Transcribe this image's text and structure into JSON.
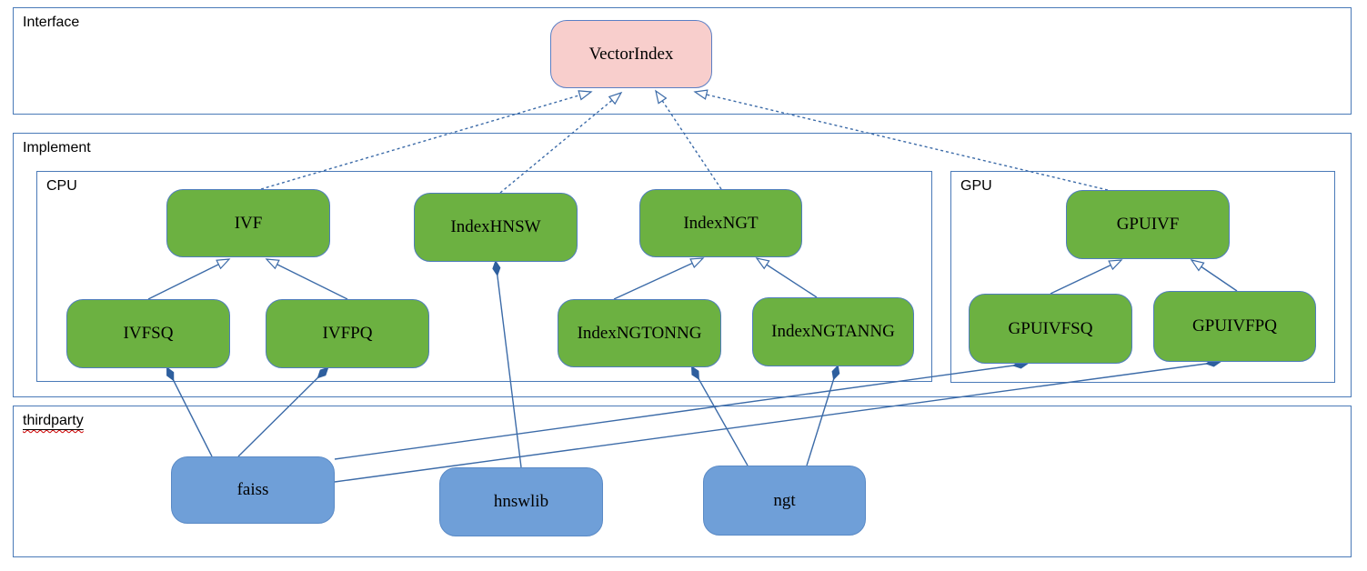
{
  "colors": {
    "container_border": "#4a7ab8",
    "line": "#3c6ba8",
    "diamond_fill": "#2e5f9e",
    "node_green_fill": "#6cb141",
    "node_green_border": "#4f7dbd",
    "node_pink_fill": "#f8cecc",
    "node_pink_border": "#5b7fc4",
    "node_blue_fill": "#6f9fd8",
    "node_blue_border": "#5a8ac6",
    "spellcheck_squiggle": "#cc0000",
    "text": "#000000"
  },
  "containers": {
    "interface": {
      "label": "Interface"
    },
    "implement": {
      "label": "Implement"
    },
    "cpu": {
      "label": "CPU"
    },
    "gpu": {
      "label": "GPU"
    },
    "thirdparty": {
      "label": "thirdparty"
    }
  },
  "nodes": {
    "vectorindex": {
      "label": "VectorIndex",
      "group": "interface",
      "color": "pink"
    },
    "ivf": {
      "label": "IVF",
      "group": "cpu",
      "color": "green"
    },
    "indexhnsw": {
      "label": "IndexHNSW",
      "group": "cpu",
      "color": "green"
    },
    "indexngt": {
      "label": "IndexNGT",
      "group": "cpu",
      "color": "green"
    },
    "ivfsq": {
      "label": "IVFSQ",
      "group": "cpu",
      "color": "green"
    },
    "ivfpq": {
      "label": "IVFPQ",
      "group": "cpu",
      "color": "green"
    },
    "indexngtonng": {
      "label": "IndexNGTONNG",
      "group": "cpu",
      "color": "green"
    },
    "indexngtanng": {
      "label": "IndexNGTANNG",
      "group": "cpu",
      "color": "green"
    },
    "gpuivf": {
      "label": "GPUIVF",
      "group": "gpu",
      "color": "green"
    },
    "gpuivfsq": {
      "label": "GPUIVFSQ",
      "group": "gpu",
      "color": "green"
    },
    "gpuivfpq": {
      "label": "GPUIVFPQ",
      "group": "gpu",
      "color": "green"
    },
    "faiss": {
      "label": "faiss",
      "group": "thirdparty",
      "color": "blue"
    },
    "hnswlib": {
      "label": "hnswlib",
      "group": "thirdparty",
      "color": "blue"
    },
    "ngt": {
      "label": "ngt",
      "group": "thirdparty",
      "color": "blue"
    }
  },
  "edges": [
    {
      "from": "ivf",
      "to": "vectorindex",
      "type": "realization",
      "style": "dashed",
      "head": "hollow-triangle"
    },
    {
      "from": "indexhnsw",
      "to": "vectorindex",
      "type": "realization",
      "style": "dashed",
      "head": "hollow-triangle"
    },
    {
      "from": "indexngt",
      "to": "vectorindex",
      "type": "realization",
      "style": "dashed",
      "head": "hollow-triangle"
    },
    {
      "from": "gpuivf",
      "to": "vectorindex",
      "type": "realization",
      "style": "dashed",
      "head": "hollow-triangle"
    },
    {
      "from": "ivfsq",
      "to": "ivf",
      "type": "generalization",
      "style": "solid",
      "head": "hollow-triangle"
    },
    {
      "from": "ivfpq",
      "to": "ivf",
      "type": "generalization",
      "style": "solid",
      "head": "hollow-triangle"
    },
    {
      "from": "indexngtonng",
      "to": "indexngt",
      "type": "generalization",
      "style": "solid",
      "head": "hollow-triangle"
    },
    {
      "from": "indexngtanng",
      "to": "indexngt",
      "type": "generalization",
      "style": "solid",
      "head": "hollow-triangle"
    },
    {
      "from": "gpuivfsq",
      "to": "gpuivf",
      "type": "generalization",
      "style": "solid",
      "head": "hollow-triangle"
    },
    {
      "from": "gpuivfpq",
      "to": "gpuivf",
      "type": "generalization",
      "style": "solid",
      "head": "hollow-triangle"
    },
    {
      "from": "indexhnsw",
      "to": "hnswlib",
      "type": "composition",
      "style": "solid",
      "head": "filled-diamond-at-from"
    },
    {
      "from": "ivfsq",
      "to": "faiss",
      "type": "composition",
      "style": "solid",
      "head": "filled-diamond-at-from"
    },
    {
      "from": "ivfpq",
      "to": "faiss",
      "type": "composition",
      "style": "solid",
      "head": "filled-diamond-at-from"
    },
    {
      "from": "indexngtonng",
      "to": "ngt",
      "type": "composition",
      "style": "solid",
      "head": "filled-diamond-at-from"
    },
    {
      "from": "indexngtanng",
      "to": "ngt",
      "type": "composition",
      "style": "solid",
      "head": "filled-diamond-at-from"
    },
    {
      "from": "gpuivfsq",
      "to": "faiss",
      "type": "composition",
      "style": "solid",
      "head": "filled-diamond-at-from"
    },
    {
      "from": "gpuivfpq",
      "to": "faiss",
      "type": "composition",
      "style": "solid",
      "head": "filled-diamond-at-from"
    }
  ]
}
